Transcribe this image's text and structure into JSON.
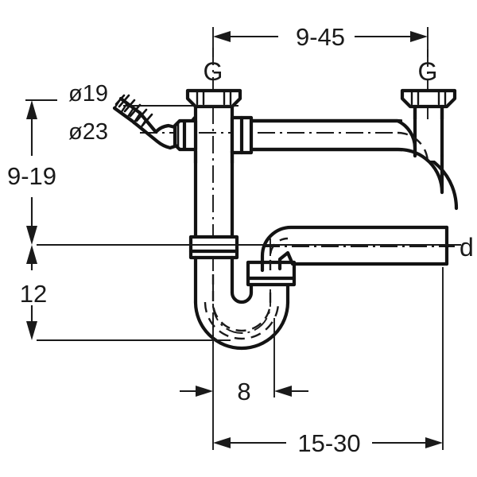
{
  "drawing": {
    "title": "Sink P-trap dimensional drawing",
    "line_color": "#131313",
    "dim_color": "#1a1a1a",
    "background": "#ffffff"
  },
  "dimensions": {
    "top_horizontal": "9-45",
    "left_upper_vertical": "9-19",
    "left_lower_vertical": "12",
    "bottom_small": "8",
    "bottom_horizontal": "15-30"
  },
  "diameters": {
    "inner": "ø19",
    "outer": "ø23"
  },
  "labels": {
    "thread_left": "G",
    "thread_right": "G",
    "outlet_diameter": "d"
  },
  "icons": {
    "arrow": "dimension-arrow",
    "centerline": "center-line",
    "hidden": "hidden-line"
  }
}
